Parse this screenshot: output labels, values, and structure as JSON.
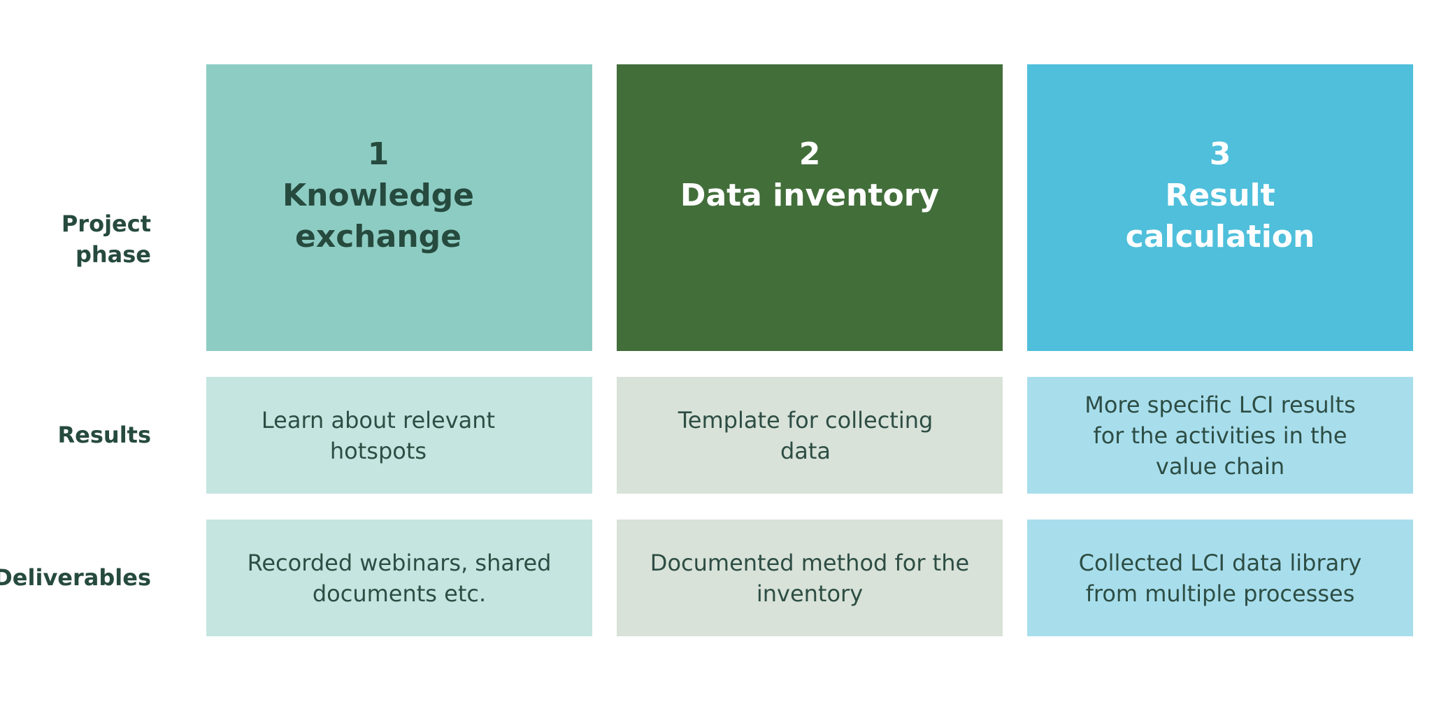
{
  "row_labels": {
    "phase": [
      "Project",
      "phase"
    ],
    "results": "Results",
    "deliverables": "Deliverables"
  },
  "phases": [
    {
      "number": "1",
      "title": [
        "Knowledge",
        "exchange"
      ],
      "color": "#8dccc3",
      "text_color": "#264a3e"
    },
    {
      "number": "2",
      "title": [
        "Data inventory"
      ],
      "color": "#426e3a",
      "text_color": "#ffffff"
    },
    {
      "number": "3",
      "title": [
        "Result",
        "calculation"
      ],
      "color": "#4fbfdb",
      "text_color": "#ffffff"
    }
  ],
  "results": [
    [
      "Learn about relevant",
      "hotspots"
    ],
    [
      "Template for collecting",
      "data"
    ],
    [
      "More specific LCI results",
      "for the activities in the",
      "value chain"
    ]
  ],
  "deliverables": [
    [
      "Recorded webinars, shared",
      "documents etc."
    ],
    [
      "Documented method for the",
      "inventory"
    ],
    [
      "Collected LCI data library",
      "from multiple processes"
    ]
  ],
  "tint_colors": [
    "#c4e5e0",
    "#d8e2d8",
    "#a8deec"
  ]
}
